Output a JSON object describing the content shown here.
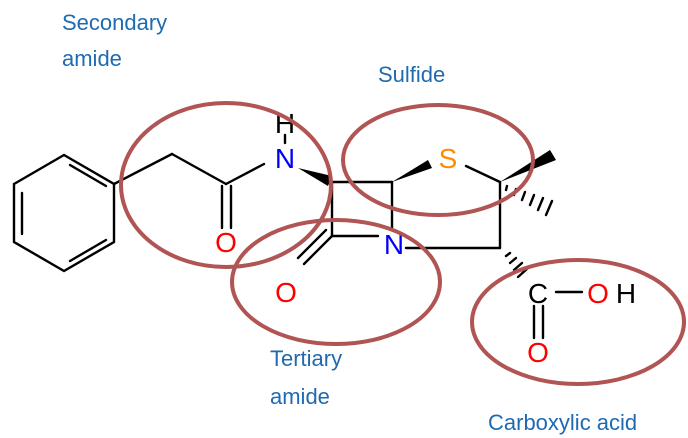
{
  "labels": {
    "secondary_amide_1": "Secondary",
    "secondary_amide_2": "amide",
    "sulfide": "Sulfide",
    "tertiary_amide_1": "Tertiary",
    "tertiary_amide_2": "amide",
    "carboxylic_acid": "Carboxylic acid"
  },
  "atoms": {
    "H_amide": "H",
    "N_amide": "N",
    "S": "S",
    "O_amide": "O",
    "N_ring": "N",
    "O_lactam": "O",
    "C_acid": "C",
    "O_hydroxyl": "O",
    "H_hydroxyl": "H",
    "O_carbonyl": "O"
  },
  "colors": {
    "caption": "#1f6ab0",
    "highlight_ring": "#b05454",
    "oxygen": "#ff0000",
    "nitrogen": "#0000ff",
    "sulfur": "#ff8c00",
    "carbon": "#000000"
  }
}
